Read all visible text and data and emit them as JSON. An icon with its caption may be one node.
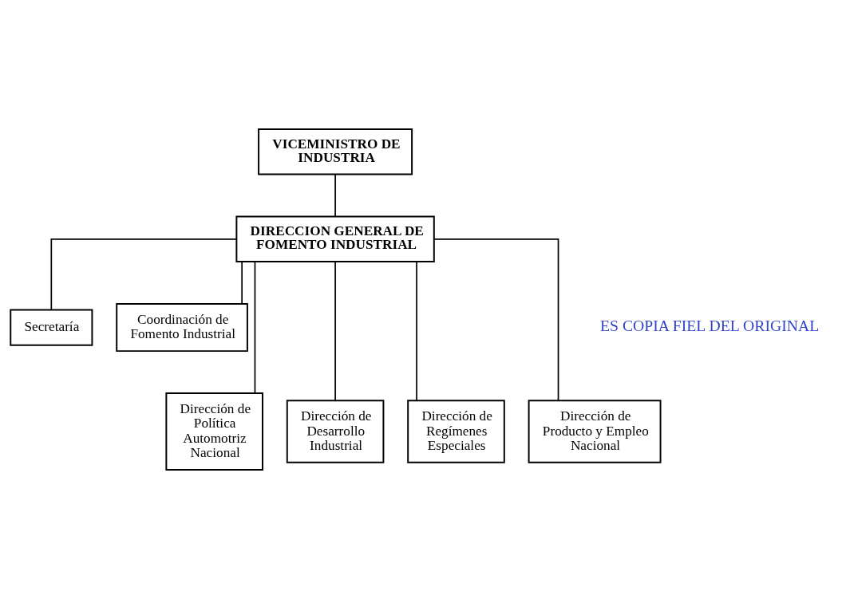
{
  "diagram": {
    "nodes": [
      {
        "text": [
          "VICEMINISTRO DE INDUSTRIA"
        ]
      },
      {
        "text": [
          "DIRECCION GENERAL DE FOMENTO INDUSTRIAL"
        ]
      },
      {
        "text": [
          "Secretaría"
        ]
      },
      {
        "text": [
          "Coordinación de Fomento Industrial"
        ]
      },
      {
        "text": [
          "Dirección de Política Automotriz Nacional"
        ]
      },
      {
        "text": [
          "Dirección de Desarrollo Industrial"
        ]
      },
      {
        "text": [
          "Dirección de Regímenes Especiales"
        ]
      },
      {
        "text": [
          "Dirección de Producto y Empleo Nacional"
        ]
      }
    ],
    "edges": [
      {
        "from": 0,
        "to": 1,
        "arrow": "none"
      },
      {
        "from": 1,
        "to": 2,
        "arrow": "none"
      },
      {
        "from": 1,
        "to": 3,
        "arrow": "none"
      },
      {
        "from": 1,
        "to": 4,
        "arrow": "none"
      },
      {
        "from": 1,
        "to": 5,
        "arrow": "none"
      },
      {
        "from": 1,
        "to": 6,
        "arrow": "none"
      },
      {
        "from": 1,
        "to": 7,
        "arrow": "none"
      }
    ],
    "labels": [
      "ES COPIA FIEL DEL ORIGINAL"
    ]
  }
}
